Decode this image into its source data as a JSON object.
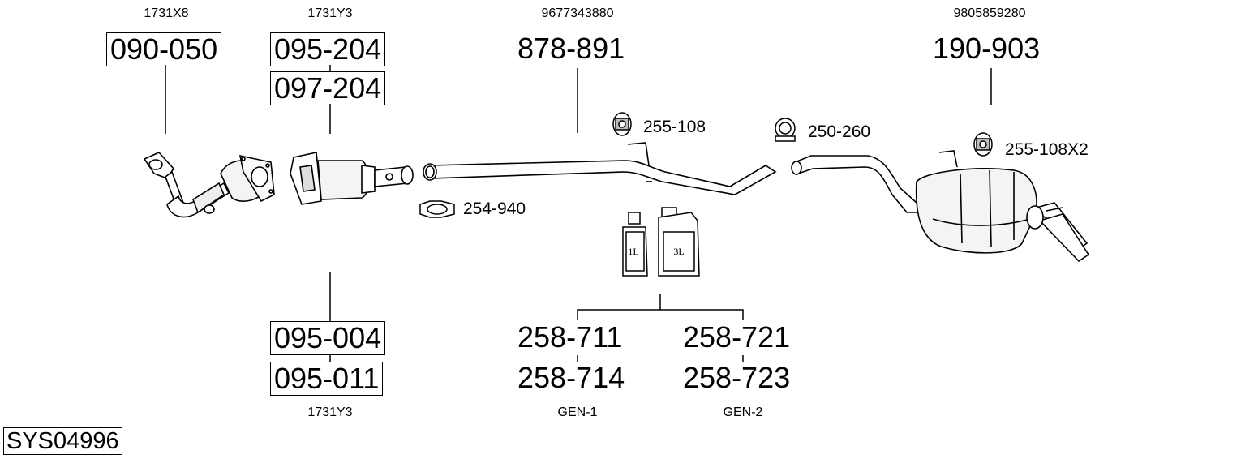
{
  "oem_codes": {
    "col1_top": "1731X8",
    "col2_top": "1731Y3",
    "col2_bottom": "1731Y3",
    "pipe": "9677343880",
    "silencer": "9805859280"
  },
  "part_numbers": {
    "catalyst_front": "090-050",
    "catalyst_alt_1": "095-204",
    "catalyst_alt_2": "097-204",
    "filter_alt_1": "095-004",
    "filter_alt_2": "095-011",
    "middle_pipe": "878-891",
    "rear_silencer": "190-903",
    "fluid_1": "258-711",
    "fluid_2": "258-714",
    "fluid_3": "258-721",
    "fluid_4": "258-723"
  },
  "accessories": {
    "mount_1": "255-108",
    "clamp_1": "250-260",
    "clamp_2": "254-940",
    "mount_2": "255-108X2"
  },
  "fluids": {
    "can_small_label": "1L",
    "can_large_label": "3L",
    "gen_1": "GEN-1",
    "gen_2": "GEN-2"
  },
  "system_id": "SYS04996"
}
